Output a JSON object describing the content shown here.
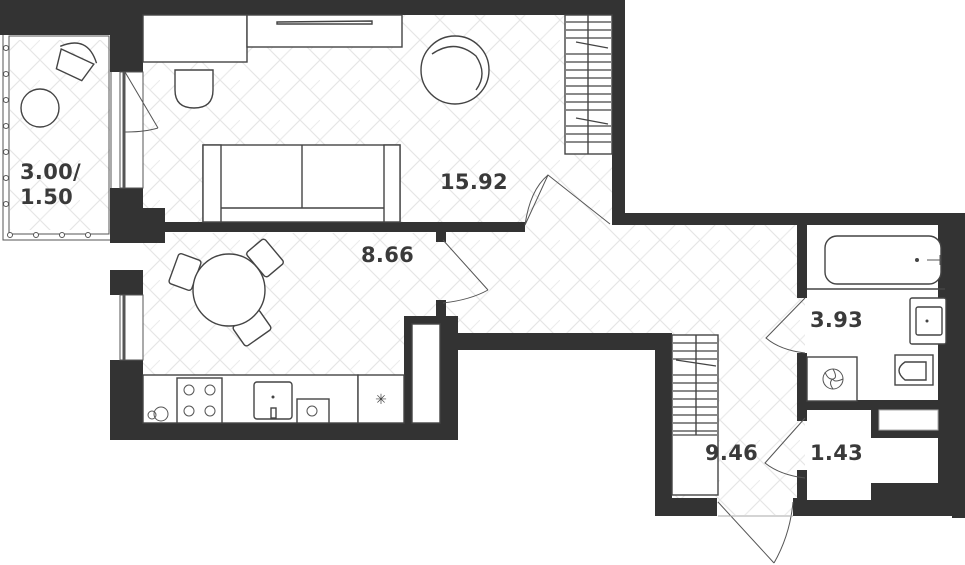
{
  "plan": {
    "type": "apartment-floor-plan",
    "wall_color": "#333333",
    "floor_pattern": "herringbone",
    "rooms": [
      {
        "id": "balcony",
        "name": "balcony",
        "area_label": "3.00/\n1.50",
        "area_line1": "3.00/",
        "area_line2": "1.50"
      },
      {
        "id": "living",
        "name": "living-room",
        "area_label": "15.92"
      },
      {
        "id": "kitchen",
        "name": "kitchen",
        "area_label": "8.66"
      },
      {
        "id": "bathroom",
        "name": "bathroom",
        "area_label": "3.93"
      },
      {
        "id": "hallway",
        "name": "hallway",
        "area_label": "9.46"
      },
      {
        "id": "storage",
        "name": "storage",
        "area_label": "1.43"
      }
    ],
    "furniture": [
      "sofa",
      "armchair",
      "round-coffee-table",
      "tv-unit",
      "wardrobe",
      "desk-chair",
      "dining-table",
      "dining-chairs",
      "stove",
      "sink",
      "dishwasher",
      "fridge",
      "bathtub",
      "washbasin",
      "toilet",
      "washing-machine",
      "balcony-chair",
      "balcony-table"
    ]
  }
}
